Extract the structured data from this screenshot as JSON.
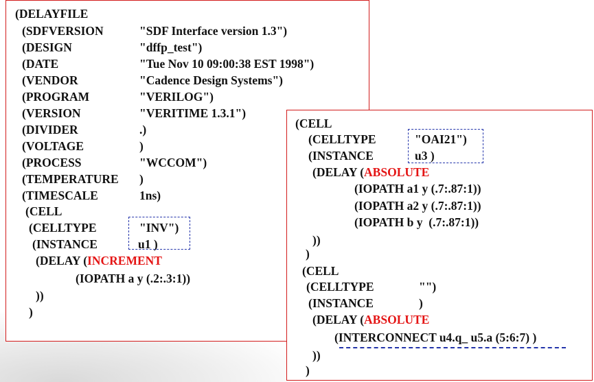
{
  "left": {
    "header_rows": [
      {
        "key": "(DELAYFILE",
        "value": ""
      },
      {
        "key": "(SDFVERSION",
        "value": "\"SDF Interface version 1.3\")"
      },
      {
        "key": "(DESIGN",
        "value": "\"dffp_test\")"
      },
      {
        "key": "(DATE",
        "value": "\"Tue Nov 10 09:00:38 EST 1998\")"
      },
      {
        "key": "(VENDOR",
        "value": "\"Cadence Design Systems\")"
      },
      {
        "key": "(PROGRAM",
        "value": "\"VERILOG\")"
      },
      {
        "key": "(VERSION",
        "value": "\"VERITIME 1.3.1\")"
      },
      {
        "key": "(DIVIDER",
        "value": ".)"
      },
      {
        "key": "(VOLTAGE",
        "value": ")"
      },
      {
        "key": "(PROCESS",
        "value": "\"WCCOM\")"
      },
      {
        "key": "(TEMPERATURE",
        "value": ")"
      },
      {
        "key": "(TIMESCALE",
        "value": "1ns)"
      }
    ],
    "cell_open": "(CELL",
    "celltype_key": "(CELLTYPE",
    "celltype_value": "\"INV\")",
    "instance_key": "(INSTANCE",
    "instance_value": "u1 )",
    "delay_prefix": "(DELAY (",
    "delay_mode": "INCREMENT",
    "iopath": "(IOPATH a y (.2:.3:1))",
    "close_double": "))",
    "close_single": ")"
  },
  "right": {
    "cell1": {
      "open": "(CELL",
      "celltype_key": "(CELLTYPE",
      "celltype_value": "\"OAI21\")",
      "instance_key": "(INSTANCE",
      "instance_value": "u3 )",
      "delay_prefix": "(DELAY (",
      "delay_mode": "ABSOLUTE",
      "iopaths": [
        "(IOPATH a1 y (.7:.87:1))",
        "(IOPATH a2 y (.7:.87:1))",
        "(IOPATH b y  (.7:.87:1))"
      ],
      "close_double": "))",
      "close_single": ")"
    },
    "cell2": {
      "open": "(CELL",
      "celltype_key": "(CELLTYPE",
      "celltype_value": "\"\")",
      "instance_key": "(INSTANCE",
      "instance_value": ")",
      "delay_prefix": "(DELAY (",
      "delay_mode": "ABSOLUTE",
      "interconnect": "(INTERCONNECT u4.q_ u5.a (5:6:7) )",
      "close_double": "))",
      "close_single": ")"
    }
  },
  "colors": {
    "border": "#d21a1a",
    "highlight": "#e41515",
    "dash": "#2233aa"
  }
}
